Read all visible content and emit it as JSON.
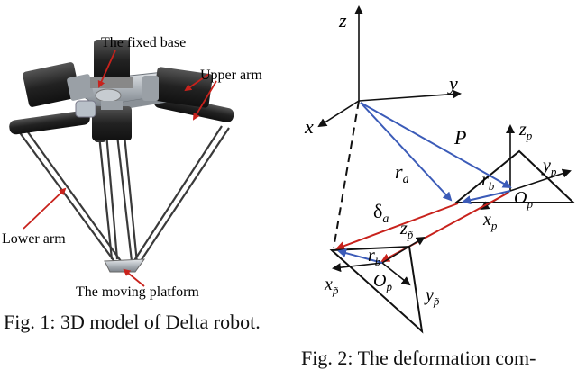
{
  "figure1": {
    "labels": {
      "fixed_base": "The fixed base",
      "upper_arm": "Upper arm",
      "lower_arm": "Lower arm",
      "moving_platform": "The moving platform"
    },
    "caption": "Fig. 1: 3D model of Delta robot."
  },
  "figure2": {
    "labels": {
      "z": "z",
      "y": "y",
      "x": "x",
      "P": "P",
      "ra": "r",
      "ra_sub": "a",
      "rb_top": "r",
      "rb_top_sub": "b",
      "zp": "z",
      "zp_sub": "p",
      "yp": "y",
      "yp_sub": "p",
      "Op": "O",
      "Op_sub": "p",
      "xp": "x",
      "xp_sub": "p",
      "delta": "δ",
      "delta_sub": "a",
      "zpt": "z",
      "zpt_sub": "p̃",
      "rb_bot": "r",
      "rb_bot_sub": "b",
      "xpt": "x",
      "xpt_sub": "p̃",
      "Opt": "O",
      "Opt_sub": "p̃",
      "ypt": "y",
      "ypt_sub": "p̃"
    },
    "caption": "Fig. 2: The deformation com-"
  },
  "colors": {
    "blue_vector": "#3b5bb8",
    "red_vector": "#c8221c",
    "annotation_arrow": "#c8221c",
    "robot_dark": "#2a2a2a",
    "robot_metal": "#b9bec4"
  }
}
